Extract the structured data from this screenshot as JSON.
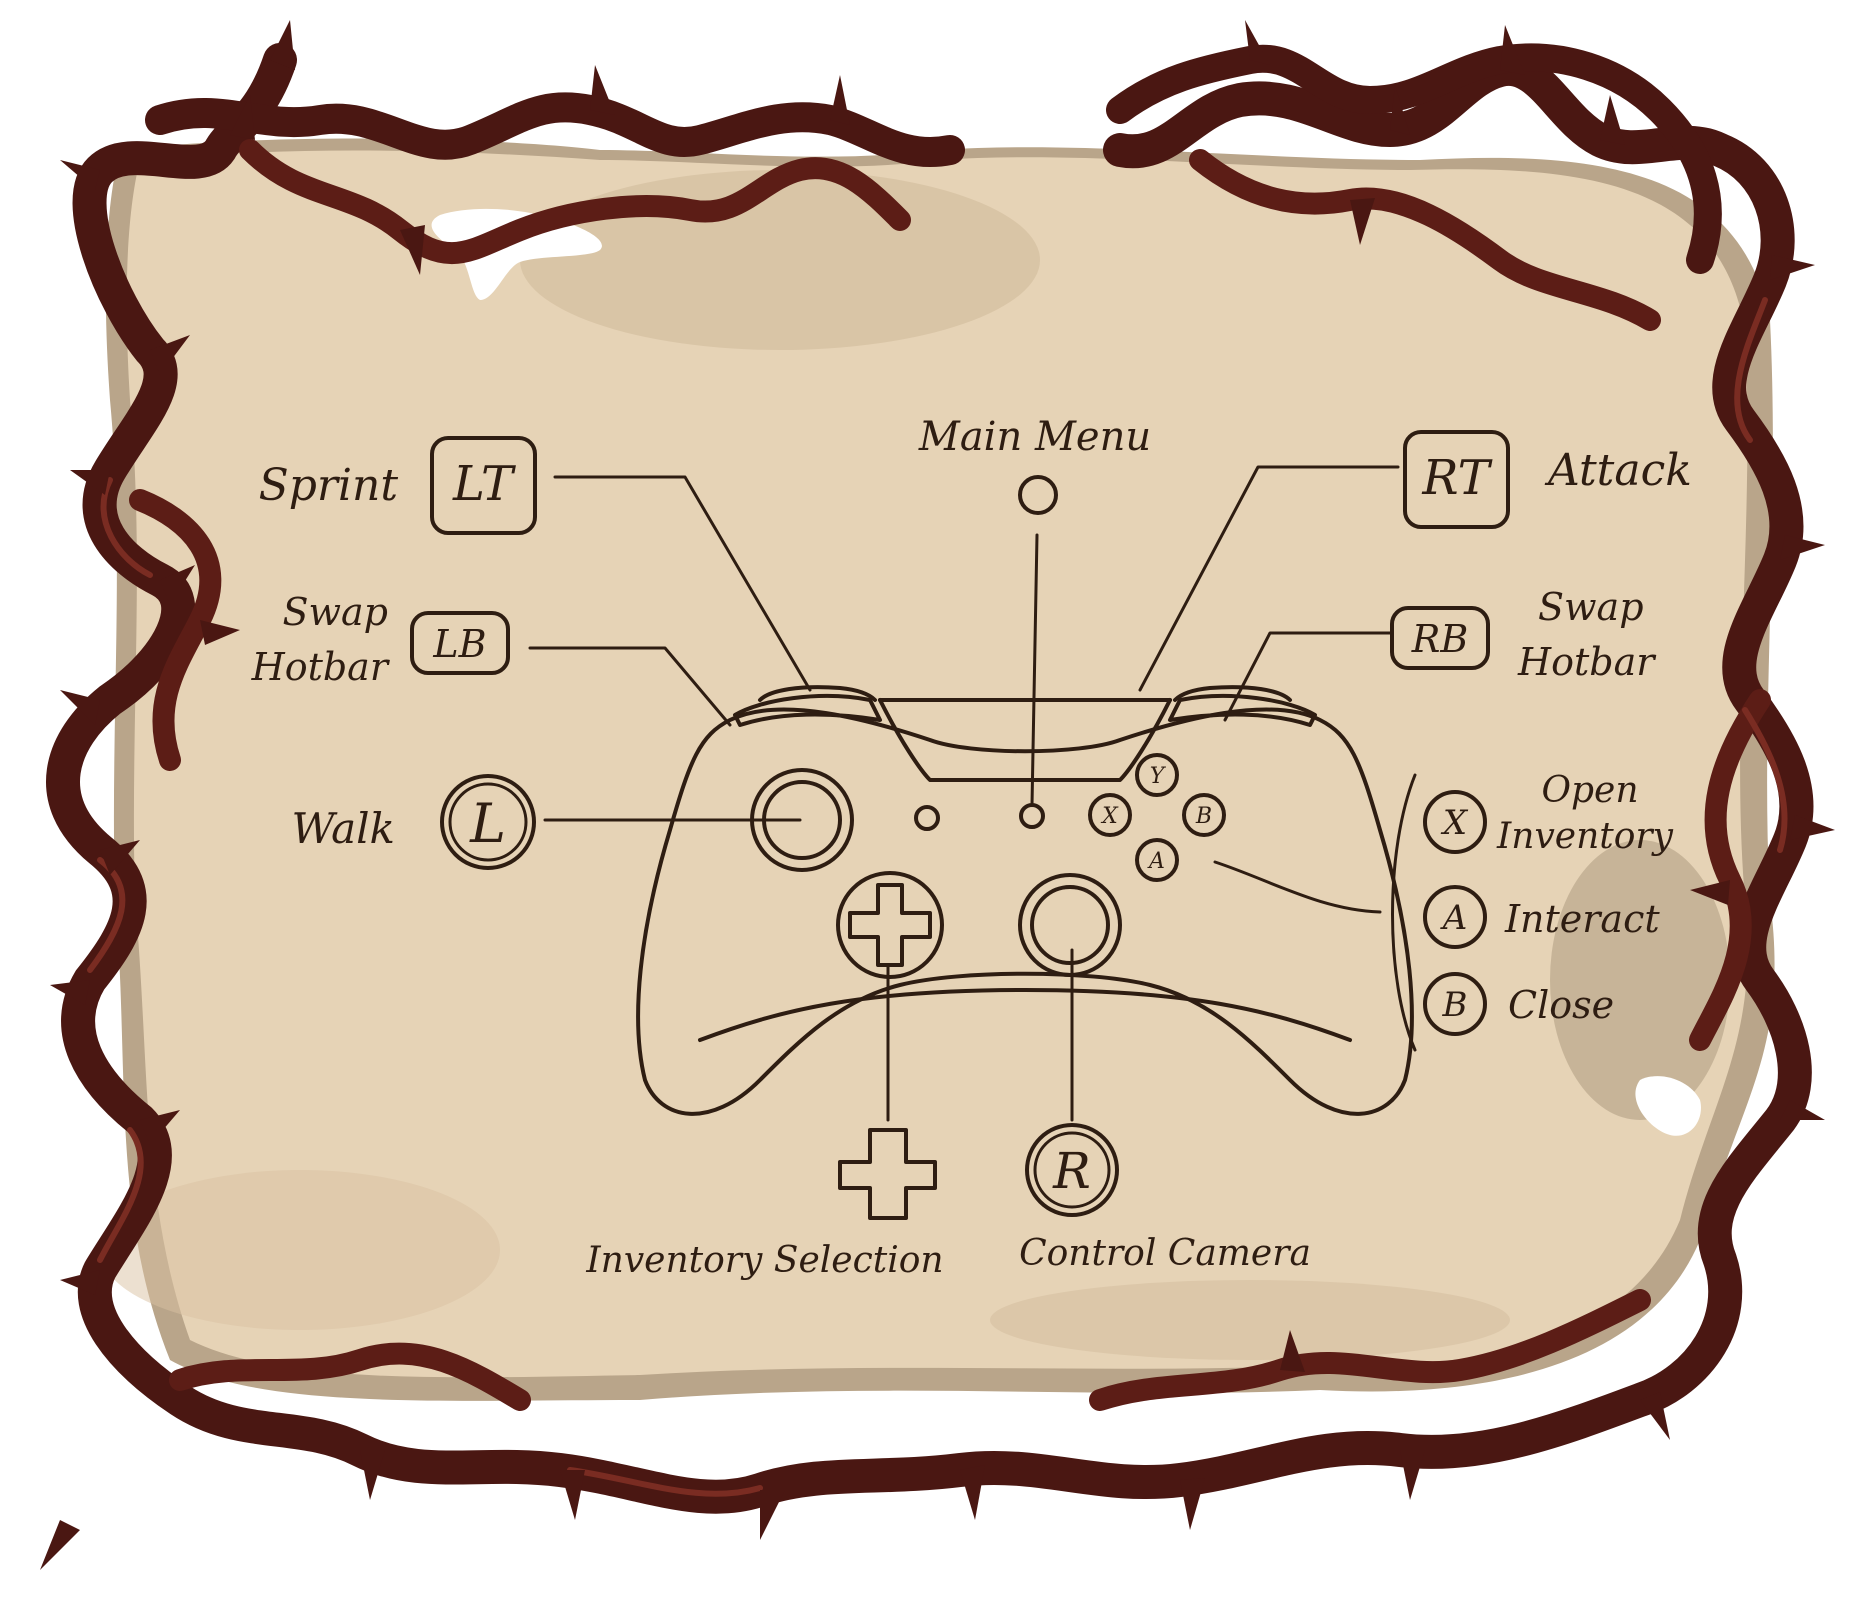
{
  "colors": {
    "parchment": "#e6d3b6",
    "parchment_shadow": "#b9a58a",
    "ink": "#2e1d12",
    "vine": "#4a1712",
    "vine_highlight": "#7a2c22"
  },
  "icons": {
    "controller": "gamepad-icon",
    "dpad": "dpad-icon",
    "stick": "stick-icon",
    "face_button": "face-button-icon"
  },
  "controls": {
    "lt": {
      "button": "LT",
      "action": "Sprint"
    },
    "lb": {
      "button": "LB",
      "action_line1": "Swap",
      "action_line2": "Hotbar"
    },
    "rt": {
      "button": "RT",
      "action": "Attack"
    },
    "rb": {
      "button": "RB",
      "action_line1": "Swap",
      "action_line2": "Hotbar"
    },
    "menu": {
      "action": "Main Menu"
    },
    "left_stick": {
      "button": "L",
      "action": "Walk"
    },
    "right_stick": {
      "button": "R",
      "action": "Control Camera"
    },
    "dpad": {
      "action": "Inventory Selection"
    },
    "x": {
      "button": "X",
      "action_line1": "Open",
      "action_line2": "Inventory"
    },
    "a": {
      "button": "A",
      "action": "Interact"
    },
    "b": {
      "button": "B",
      "action": "Close"
    },
    "y": {
      "button": "Y"
    }
  }
}
